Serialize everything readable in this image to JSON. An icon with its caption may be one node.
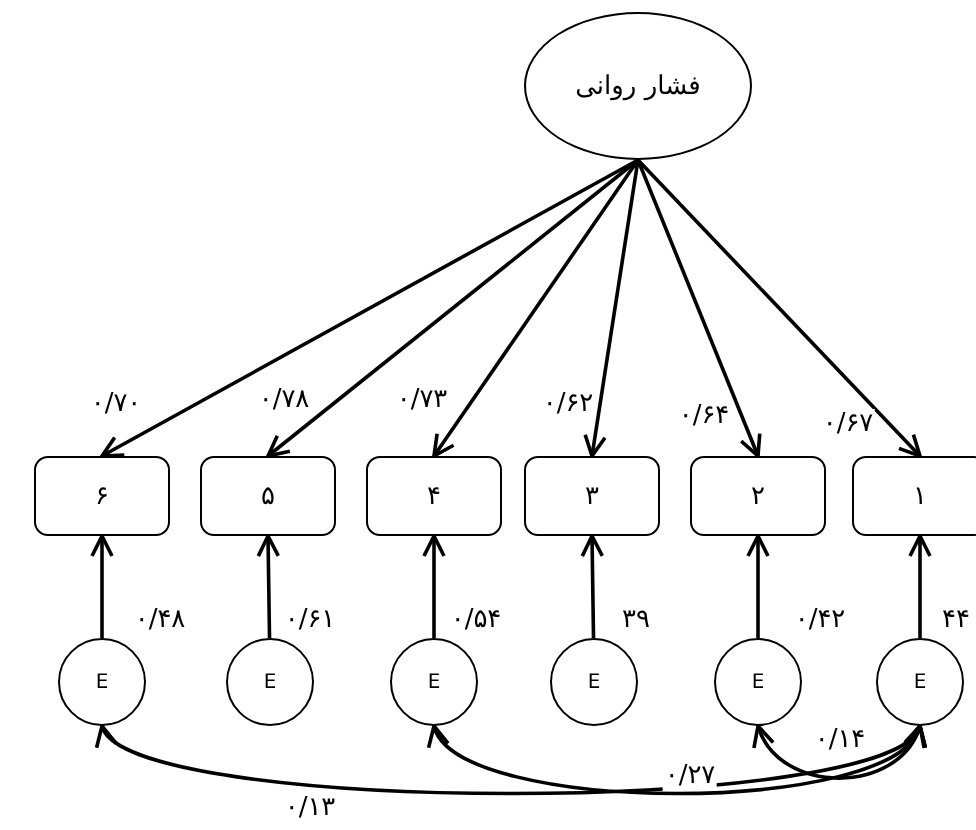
{
  "diagram": {
    "nodes": [
      {
        "text": [
          "فشار روانی"
        ]
      },
      {
        "text": [
          "۶"
        ]
      },
      {
        "text": [
          "۵"
        ]
      },
      {
        "text": [
          "۴"
        ]
      },
      {
        "text": [
          "۳"
        ]
      },
      {
        "text": [
          "۲"
        ]
      },
      {
        "text": [
          "۱"
        ]
      },
      {
        "text": [
          "E"
        ]
      },
      {
        "text": [
          "E"
        ]
      },
      {
        "text": [
          "E"
        ]
      },
      {
        "text": [
          "E"
        ]
      },
      {
        "text": [
          "E"
        ]
      },
      {
        "text": [
          "E"
        ]
      }
    ],
    "edges": [
      {
        "from": 0,
        "to": 1,
        "arrow": "to",
        "label": "۰/۷۰"
      },
      {
        "from": 0,
        "to": 2,
        "arrow": "to",
        "label": "۰/۷۸"
      },
      {
        "from": 0,
        "to": 3,
        "arrow": "to",
        "label": "۰/۷۳"
      },
      {
        "from": 0,
        "to": 4,
        "arrow": "to",
        "label": "۰/۶۲"
      },
      {
        "from": 0,
        "to": 5,
        "arrow": "to",
        "label": "۰/۶۴"
      },
      {
        "from": 0,
        "to": 6,
        "arrow": "to",
        "label": "۰/۶۷"
      },
      {
        "from": 7,
        "to": 1,
        "arrow": "to",
        "label": "۰/۴۸"
      },
      {
        "from": 8,
        "to": 2,
        "arrow": "to",
        "label": "۰/۶۱"
      },
      {
        "from": 9,
        "to": 3,
        "arrow": "to",
        "label": "۰/۵۴"
      },
      {
        "from": 10,
        "to": 4,
        "arrow": "to",
        "label": "۳۹"
      },
      {
        "from": 11,
        "to": 5,
        "arrow": "to",
        "label": "۰/۴۲"
      },
      {
        "from": 12,
        "to": 6,
        "arrow": "to",
        "label": "۴۴"
      },
      {
        "from": 7,
        "to": 12,
        "arrow": "both",
        "label": "۰/۱۳"
      },
      {
        "from": 9,
        "to": 12,
        "arrow": "both",
        "label": "۰/۲۷"
      },
      {
        "from": 11,
        "to": 12,
        "arrow": "both",
        "label": "۰/۱۴"
      }
    ]
  }
}
